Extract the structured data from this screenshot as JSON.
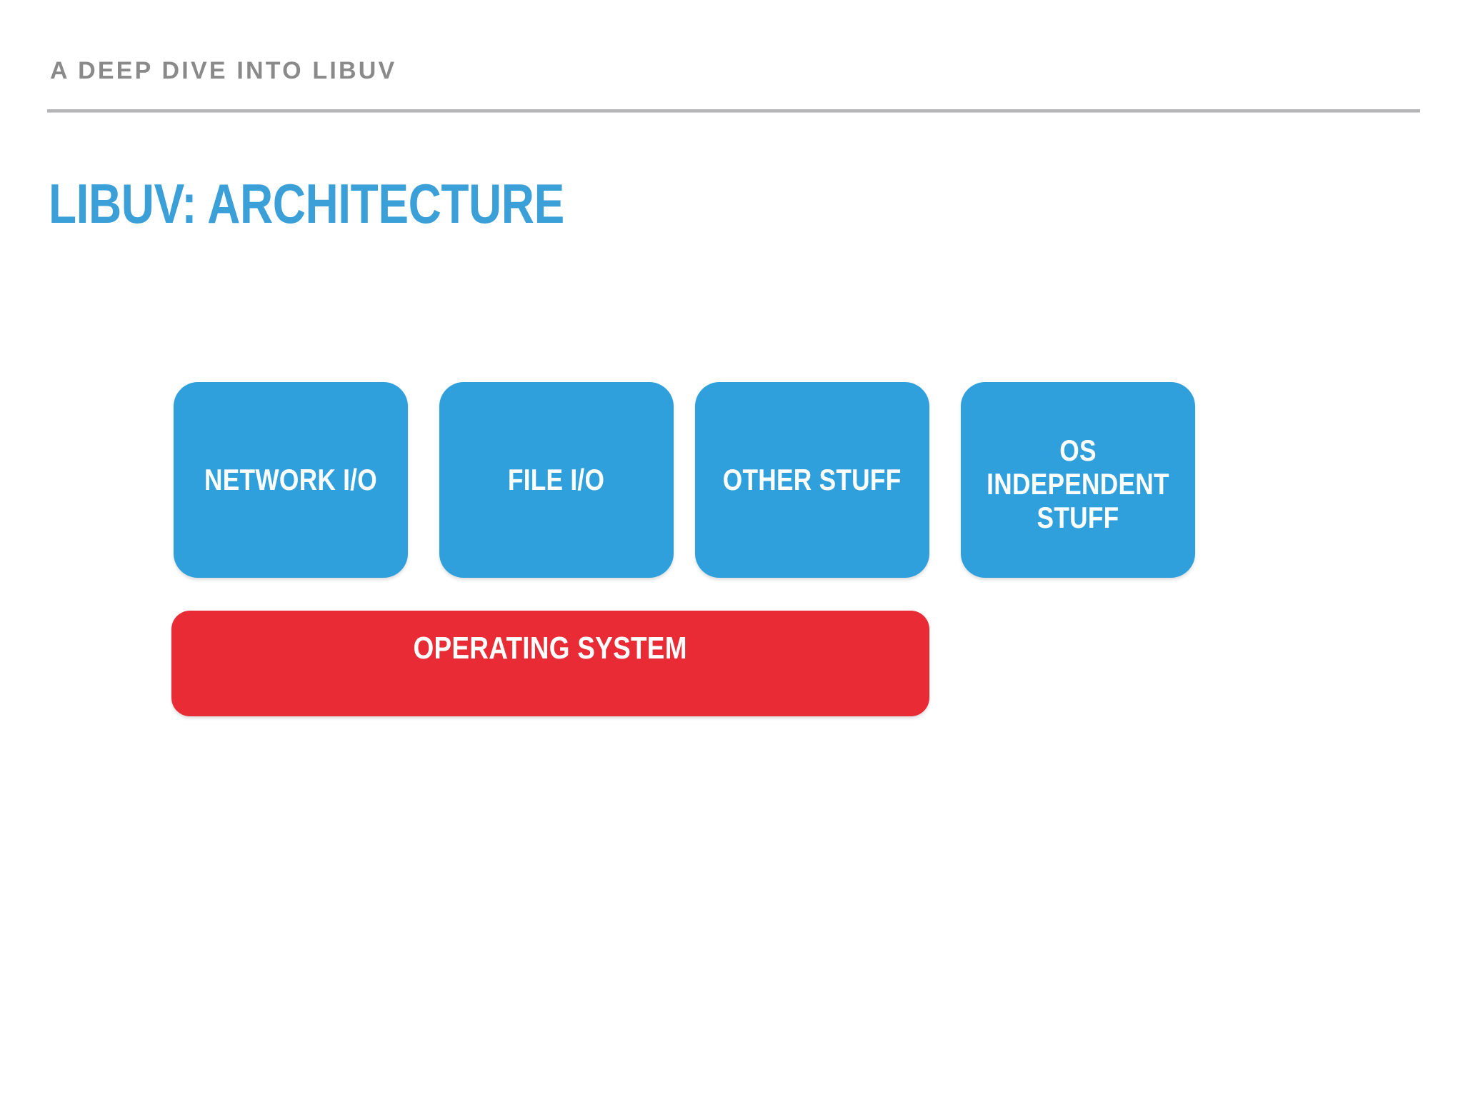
{
  "slide": {
    "header_label": "A DEEP DIVE INTO LIBUV",
    "title": "LIBUV: ARCHITECTURE"
  },
  "colors": {
    "background": "#ffffff",
    "header_text": "#8a8a8a",
    "header_rule": "#b4b4b6",
    "title_blue": "#3b9fd8",
    "module_blue": "#2fa0dc",
    "os_red": "#e82b35",
    "box_text": "#ffffff"
  },
  "diagram": {
    "modules": [
      {
        "label": "NETWORK I/O"
      },
      {
        "label": "FILE I/O"
      },
      {
        "label": "OTHER STUFF"
      },
      {
        "label": "OS INDEPENDENT\nSTUFF"
      }
    ],
    "base_layer": {
      "label": "OPERATING SYSTEM"
    }
  }
}
